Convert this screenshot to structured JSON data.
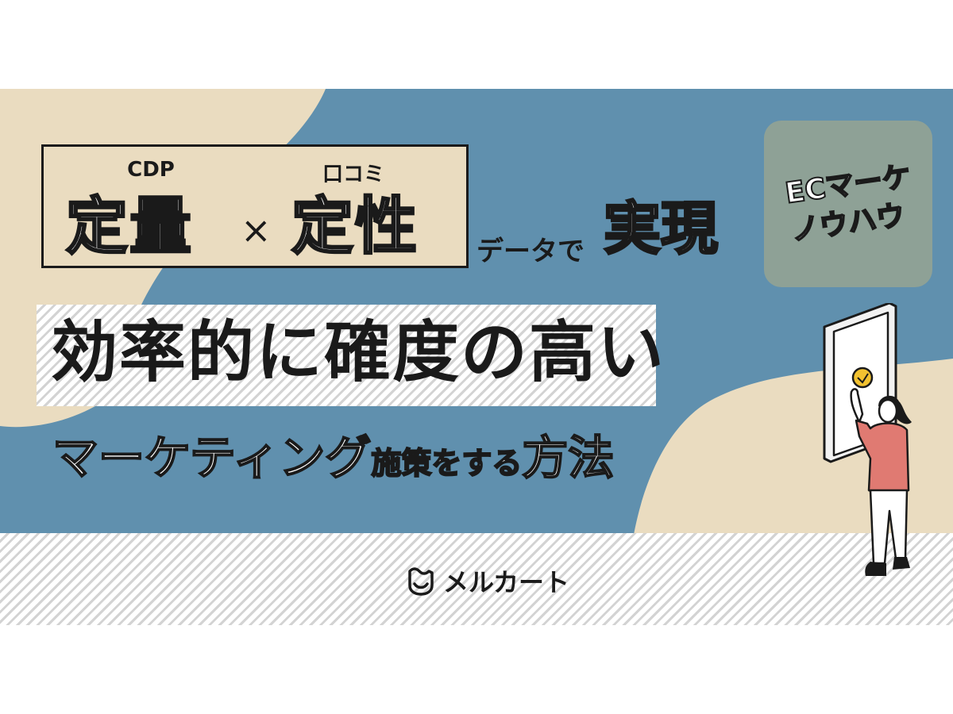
{
  "headline": {
    "ruby_left": "CDP",
    "ruby_right": "口コミ",
    "word_left": "定量",
    "times": "×",
    "word_right": "定性",
    "data_de": "データで",
    "jitsugen": "実現"
  },
  "badge": {
    "line1": "ECマーケ",
    "line2": "ノウハウ"
  },
  "main_headline": "効率的に確度の高い",
  "sub_headline": {
    "part1": "マーケティング",
    "part2": "施策をする",
    "part3": "方法"
  },
  "brand": {
    "name": "メルカート",
    "icon": "merucart-logo-icon"
  },
  "colors": {
    "blue_bg": "#6090ae",
    "beige": "#eadcc0",
    "badge_green": "#8ea196",
    "ink": "#1a1a1a",
    "shirt_pink": "#e07a72",
    "accent_yellow": "#f2c230"
  },
  "illustration": {
    "icon": "woman-touching-phone-illustration"
  }
}
